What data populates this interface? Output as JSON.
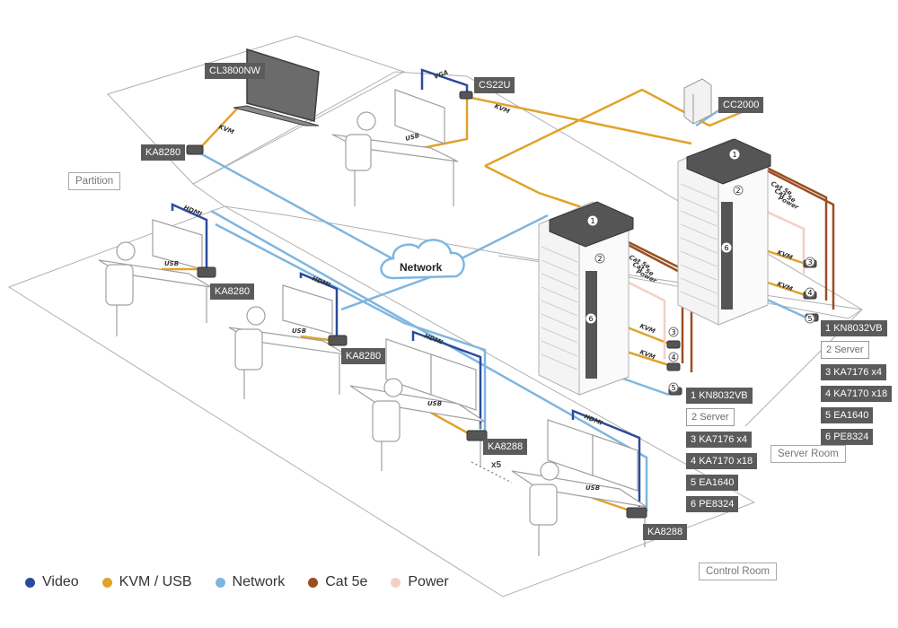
{
  "colors": {
    "video": "#2b4c9b",
    "kvm_usb": "#e0a32a",
    "network": "#7fb6e0",
    "cat5e": "#9a4e22",
    "power": "#f3cfc4",
    "label_bg": "#5b5b5b",
    "outline": "#9a9a9a"
  },
  "network_cloud": {
    "label": "Network"
  },
  "zones": {
    "partition": "Partition",
    "server_room": "Server Room",
    "control_room": "Control Room"
  },
  "devices": {
    "cl3800nw": "CL3800NW",
    "ka8280_partition": "KA8280",
    "cs22u": "CS22U",
    "cc2000": "CC2000",
    "ka8280_left": "KA8280",
    "ka8280_mid": "KA8280",
    "ka8288_a": "KA8288",
    "ka8288_b": "KA8288"
  },
  "cable_labels": {
    "kvm_partition": "KVM",
    "vga": "VGA",
    "usb_top": "USB",
    "kvm_cs22u": "KVM",
    "hdmi_1": "HDMI",
    "usb_1": "USB",
    "hdmi_2": "HDMI",
    "usb_2": "USB",
    "hdmi_3": "HDMI",
    "usb_3": "USB",
    "hdmi_4": "HDMI",
    "usb_4": "USB",
    "cat5e_a1": "Cat 5e",
    "cat5e_a2": "Cat 5e",
    "power_a": "Power",
    "cat5e_b1": "Cat 5e",
    "cat5e_b2": "Cat 5e",
    "power_b": "Power",
    "kvm_a1": "KVM",
    "kvm_a2": "KVM",
    "kvm_b1": "KVM",
    "kvm_b2": "KVM"
  },
  "multiplier": "x5",
  "rack_numbers": {
    "n1": "1",
    "n2": "2",
    "n3": "3",
    "n4": "4",
    "n5": "5",
    "n6": "6"
  },
  "component_lists": [
    {
      "items": [
        {
          "num": "1",
          "name": "KN8032VB"
        },
        {
          "num": "2",
          "name": "Server"
        },
        {
          "num": "3",
          "name": "KA7176 x4"
        },
        {
          "num": "4",
          "name": "KA7170 x18"
        },
        {
          "num": "5",
          "name": "EA1640"
        },
        {
          "num": "6",
          "name": "PE8324"
        }
      ]
    },
    {
      "items": [
        {
          "num": "1",
          "name": "KN8032VB"
        },
        {
          "num": "2",
          "name": "Server"
        },
        {
          "num": "3",
          "name": "KA7176 x4"
        },
        {
          "num": "4",
          "name": "KA7170 x18"
        },
        {
          "num": "5",
          "name": "EA1640"
        },
        {
          "num": "6",
          "name": "PE8324"
        }
      ]
    }
  ],
  "legend": [
    {
      "label": "Video",
      "color": "#2b4c9b"
    },
    {
      "label": "KVM / USB",
      "color": "#e0a32a"
    },
    {
      "label": "Network",
      "color": "#7fb6e0"
    },
    {
      "label": "Cat 5e",
      "color": "#9a4e22"
    },
    {
      "label": "Power",
      "color": "#f3cfc4"
    }
  ]
}
